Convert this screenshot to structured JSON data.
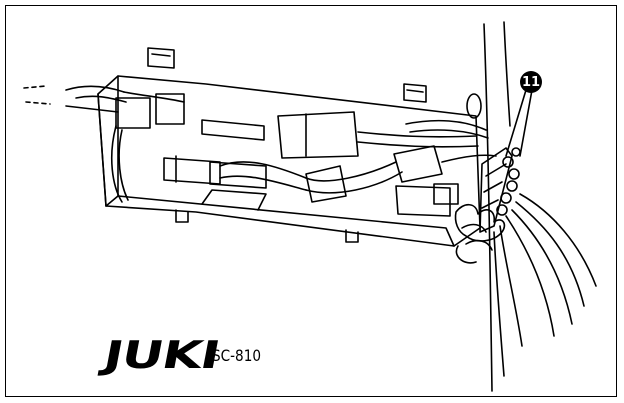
{
  "brand": {
    "logo_text": "JUKI",
    "model_text": "SC-810"
  },
  "callout": {
    "label": "11"
  },
  "colors": {
    "line": "#000000",
    "background": "#ffffff"
  }
}
